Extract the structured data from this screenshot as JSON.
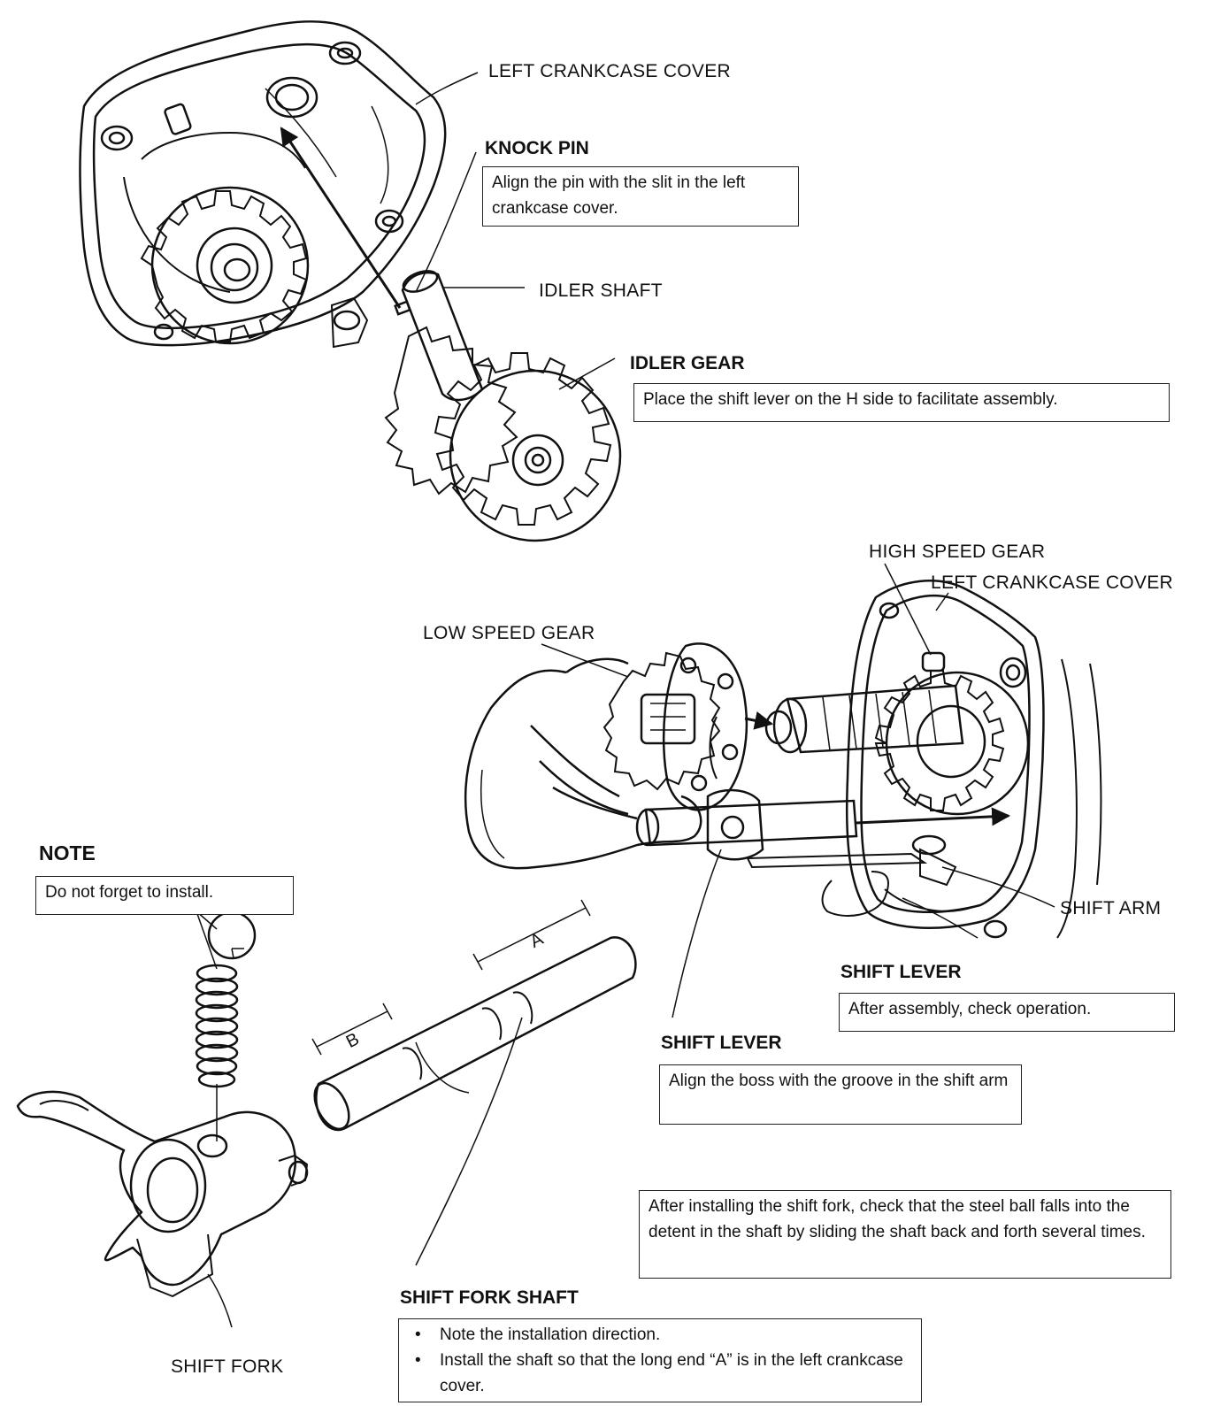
{
  "top_figure": {
    "left_crankcase_cover_label": "LEFT CRANKCASE COVER",
    "knock_pin_title": "KNOCK PIN",
    "knock_pin_note": "Align the pin with the slit in the left crankcase cover.",
    "idler_shaft_label": "IDLER SHAFT",
    "idler_gear_title": "IDLER GEAR",
    "idler_gear_note": "Place the shift lever on the H side to facilitate assembly."
  },
  "middle_figure": {
    "high_speed_gear_label": "HIGH SPEED GEAR",
    "left_crankcase_cover_label": "LEFT CRANKCASE COVER",
    "low_speed_gear_label": "LOW SPEED GEAR",
    "shift_arm_label": "SHIFT ARM",
    "shift_lever_title_1": "SHIFT LEVER",
    "shift_lever_note_1": "After assembly, check operation.",
    "shift_lever_title_2": "SHIFT LEVER",
    "shift_lever_note_2": "Align the boss with the groove in the shift arm"
  },
  "bottom_figure": {
    "note_title": "NOTE",
    "note_text": "Do not forget to install.",
    "dimension_a": "A",
    "dimension_b": "B",
    "shift_fork_label": "SHIFT FORK",
    "steel_ball_note": "After installing the shift fork, check that the steel ball falls into the detent in the shaft by sliding the shaft back and forth several times.",
    "shift_fork_shaft_title": "SHIFT FORK SHAFT",
    "shift_fork_shaft_notes": [
      "Note the installation direction.",
      "Install the shaft so that the long end “A” is  in the left crankcase cover."
    ]
  }
}
